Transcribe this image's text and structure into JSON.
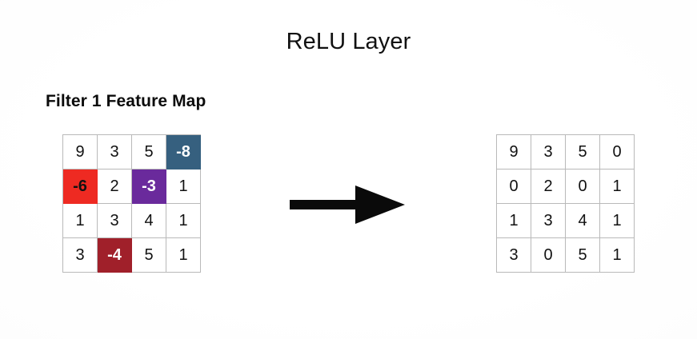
{
  "slide": {
    "title": "ReLU Layer",
    "subtitle": "Filter 1 Feature Map"
  },
  "colors": {
    "background": "#ffffff",
    "text": "#111111",
    "cell_border": "#b9b9b9",
    "arrow": "#0a0a0a",
    "negative_blue": "#36607f",
    "negative_red": "#ee2a22",
    "negative_purple": "#6a2a9c",
    "negative_darkred": "#a0202a"
  },
  "arrow": {
    "label": "transforms-to",
    "direction": "right"
  },
  "chart_data": {
    "type": "table",
    "title": "ReLU Layer",
    "subtitle": "Filter 1 Feature Map",
    "grids": [
      {
        "name": "input-feature-map",
        "rows": 4,
        "cols": 4,
        "values": [
          [
            9,
            3,
            5,
            -8
          ],
          [
            -6,
            2,
            -3,
            1
          ],
          [
            1,
            3,
            4,
            1
          ],
          [
            3,
            -4,
            5,
            1
          ]
        ],
        "cells": [
          [
            {
              "text": "9",
              "bg": "#ffffff",
              "fg": "#111111",
              "highlight": false
            },
            {
              "text": "3",
              "bg": "#ffffff",
              "fg": "#111111",
              "highlight": false
            },
            {
              "text": "5",
              "bg": "#ffffff",
              "fg": "#111111",
              "highlight": false
            },
            {
              "text": "-8",
              "bg": "#36607f",
              "fg": "#ffffff",
              "highlight": true
            }
          ],
          [
            {
              "text": "-6",
              "bg": "#ee2a22",
              "fg": "#111111",
              "highlight": true
            },
            {
              "text": "2",
              "bg": "#ffffff",
              "fg": "#111111",
              "highlight": false
            },
            {
              "text": "-3",
              "bg": "#6a2a9c",
              "fg": "#ffffff",
              "highlight": true
            },
            {
              "text": "1",
              "bg": "#ffffff",
              "fg": "#111111",
              "highlight": false
            }
          ],
          [
            {
              "text": "1",
              "bg": "#ffffff",
              "fg": "#111111",
              "highlight": false
            },
            {
              "text": "3",
              "bg": "#ffffff",
              "fg": "#111111",
              "highlight": false
            },
            {
              "text": "4",
              "bg": "#ffffff",
              "fg": "#111111",
              "highlight": false
            },
            {
              "text": "1",
              "bg": "#ffffff",
              "fg": "#111111",
              "highlight": false
            }
          ],
          [
            {
              "text": "3",
              "bg": "#ffffff",
              "fg": "#111111",
              "highlight": false
            },
            {
              "text": "-4",
              "bg": "#a0202a",
              "fg": "#ffffff",
              "highlight": true
            },
            {
              "text": "5",
              "bg": "#ffffff",
              "fg": "#111111",
              "highlight": false
            },
            {
              "text": "1",
              "bg": "#ffffff",
              "fg": "#111111",
              "highlight": false
            }
          ]
        ]
      },
      {
        "name": "rectified-feature-map",
        "rows": 4,
        "cols": 4,
        "values": [
          [
            9,
            3,
            5,
            0
          ],
          [
            0,
            2,
            0,
            1
          ],
          [
            1,
            3,
            4,
            1
          ],
          [
            3,
            0,
            5,
            1
          ]
        ],
        "cells": [
          [
            {
              "text": "9",
              "bg": "#ffffff",
              "fg": "#111111",
              "highlight": false
            },
            {
              "text": "3",
              "bg": "#ffffff",
              "fg": "#111111",
              "highlight": false
            },
            {
              "text": "5",
              "bg": "#ffffff",
              "fg": "#111111",
              "highlight": false
            },
            {
              "text": "0",
              "bg": "#ffffff",
              "fg": "#111111",
              "highlight": false
            }
          ],
          [
            {
              "text": "0",
              "bg": "#ffffff",
              "fg": "#111111",
              "highlight": false
            },
            {
              "text": "2",
              "bg": "#ffffff",
              "fg": "#111111",
              "highlight": false
            },
            {
              "text": "0",
              "bg": "#ffffff",
              "fg": "#111111",
              "highlight": false
            },
            {
              "text": "1",
              "bg": "#ffffff",
              "fg": "#111111",
              "highlight": false
            }
          ],
          [
            {
              "text": "1",
              "bg": "#ffffff",
              "fg": "#111111",
              "highlight": false
            },
            {
              "text": "3",
              "bg": "#ffffff",
              "fg": "#111111",
              "highlight": false
            },
            {
              "text": "4",
              "bg": "#ffffff",
              "fg": "#111111",
              "highlight": false
            },
            {
              "text": "1",
              "bg": "#ffffff",
              "fg": "#111111",
              "highlight": false
            }
          ],
          [
            {
              "text": "3",
              "bg": "#ffffff",
              "fg": "#111111",
              "highlight": false
            },
            {
              "text": "0",
              "bg": "#ffffff",
              "fg": "#111111",
              "highlight": false
            },
            {
              "text": "5",
              "bg": "#ffffff",
              "fg": "#111111",
              "highlight": false
            },
            {
              "text": "1",
              "bg": "#ffffff",
              "fg": "#111111",
              "highlight": false
            }
          ]
        ]
      }
    ]
  }
}
